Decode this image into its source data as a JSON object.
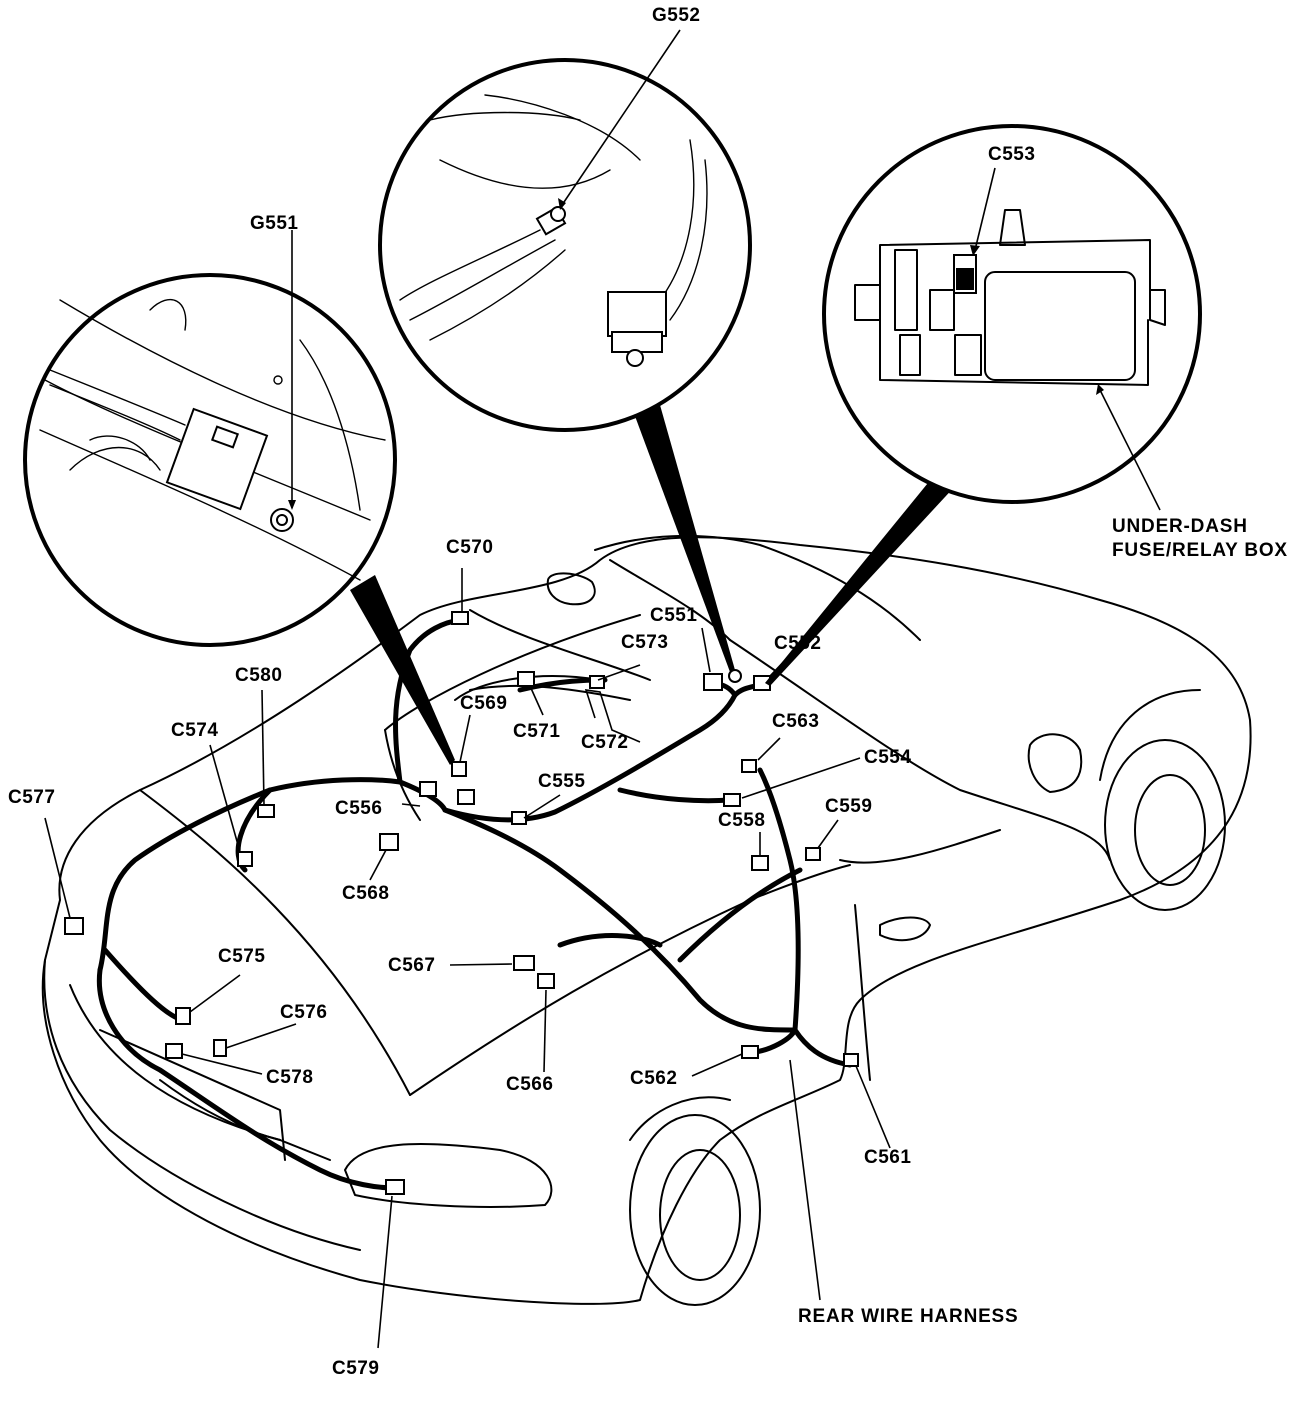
{
  "labels": {
    "g552": "G552",
    "g551": "G551",
    "c553": "C553",
    "under_dash_1": "UNDER-DASH",
    "under_dash_2": "FUSE/RELAY BOX",
    "c570": "C570",
    "c551": "C551",
    "c552": "C552",
    "c573": "C573",
    "c580": "C580",
    "c569": "C569",
    "c574": "C574",
    "c571": "C571",
    "c572": "C572",
    "c563": "C563",
    "c554": "C554",
    "c577": "C577",
    "c555": "C555",
    "c556": "C556",
    "c559": "C559",
    "c558": "C558",
    "c568": "C568",
    "c575": "C575",
    "c567": "C567",
    "c576": "C576",
    "c578": "C578",
    "c566": "C566",
    "c562": "C562",
    "c561": "C561",
    "rear_harness": "REAR WIRE HARNESS",
    "c579": "C579"
  },
  "colors": {
    "line": "#000000",
    "background": "#ffffff"
  }
}
